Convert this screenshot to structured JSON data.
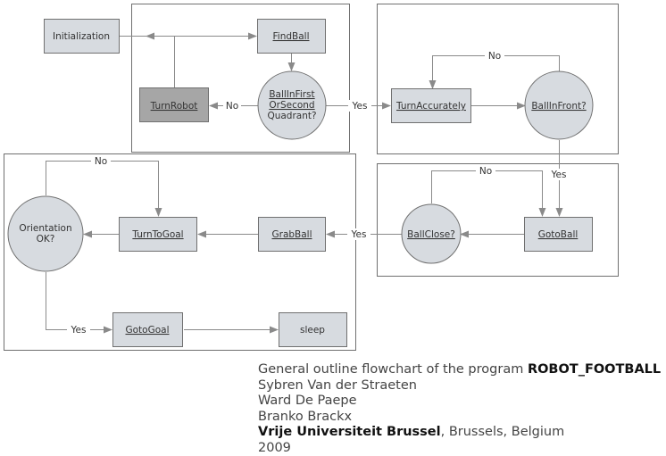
{
  "colors": {
    "node_fill": "#d7dbe0",
    "node_dark_fill": "#a6a6a6",
    "stroke": "#707070",
    "arrow": "#8a8a8a"
  },
  "nodes": {
    "initialization": "Initialization",
    "findball": "FindBall",
    "turnrobot": "TurnRobot",
    "ballinfirst": [
      "BallInFirst",
      "OrSecond",
      "Quadrant?"
    ],
    "turnaccurately": "TurnAccurately",
    "ballinfront": "BallInFront?",
    "gotoball": "GotoBall",
    "ballclose": "BallClose?",
    "grabball": "GrabBall",
    "turntogoal": "TurnToGoal",
    "orientation": [
      "Orientation",
      "OK?"
    ],
    "gotogoal": "GotoGoal",
    "sleep": "sleep"
  },
  "edges": {
    "no_turnrobot": "No",
    "yes_turnaccurately": "Yes",
    "no_ballinfront": "No",
    "yes_gotoball": "Yes",
    "no_ballclose": "No",
    "yes_grabball": "Yes",
    "no_orientation": "No",
    "yes_gotogoal": "Yes"
  },
  "caption": {
    "line1_prefix": "General outline flowchart of the program ",
    "line1_bold": "ROBOT_FOOTBALL",
    "line2": "Sybren Van der Straeten",
    "line3": "Ward De Paepe",
    "line4": "Branko Brackx",
    "line5_bold": "Vrije Universiteit Brussel",
    "line5_suffix": ", Brussels, Belgium",
    "line6": "2009"
  }
}
